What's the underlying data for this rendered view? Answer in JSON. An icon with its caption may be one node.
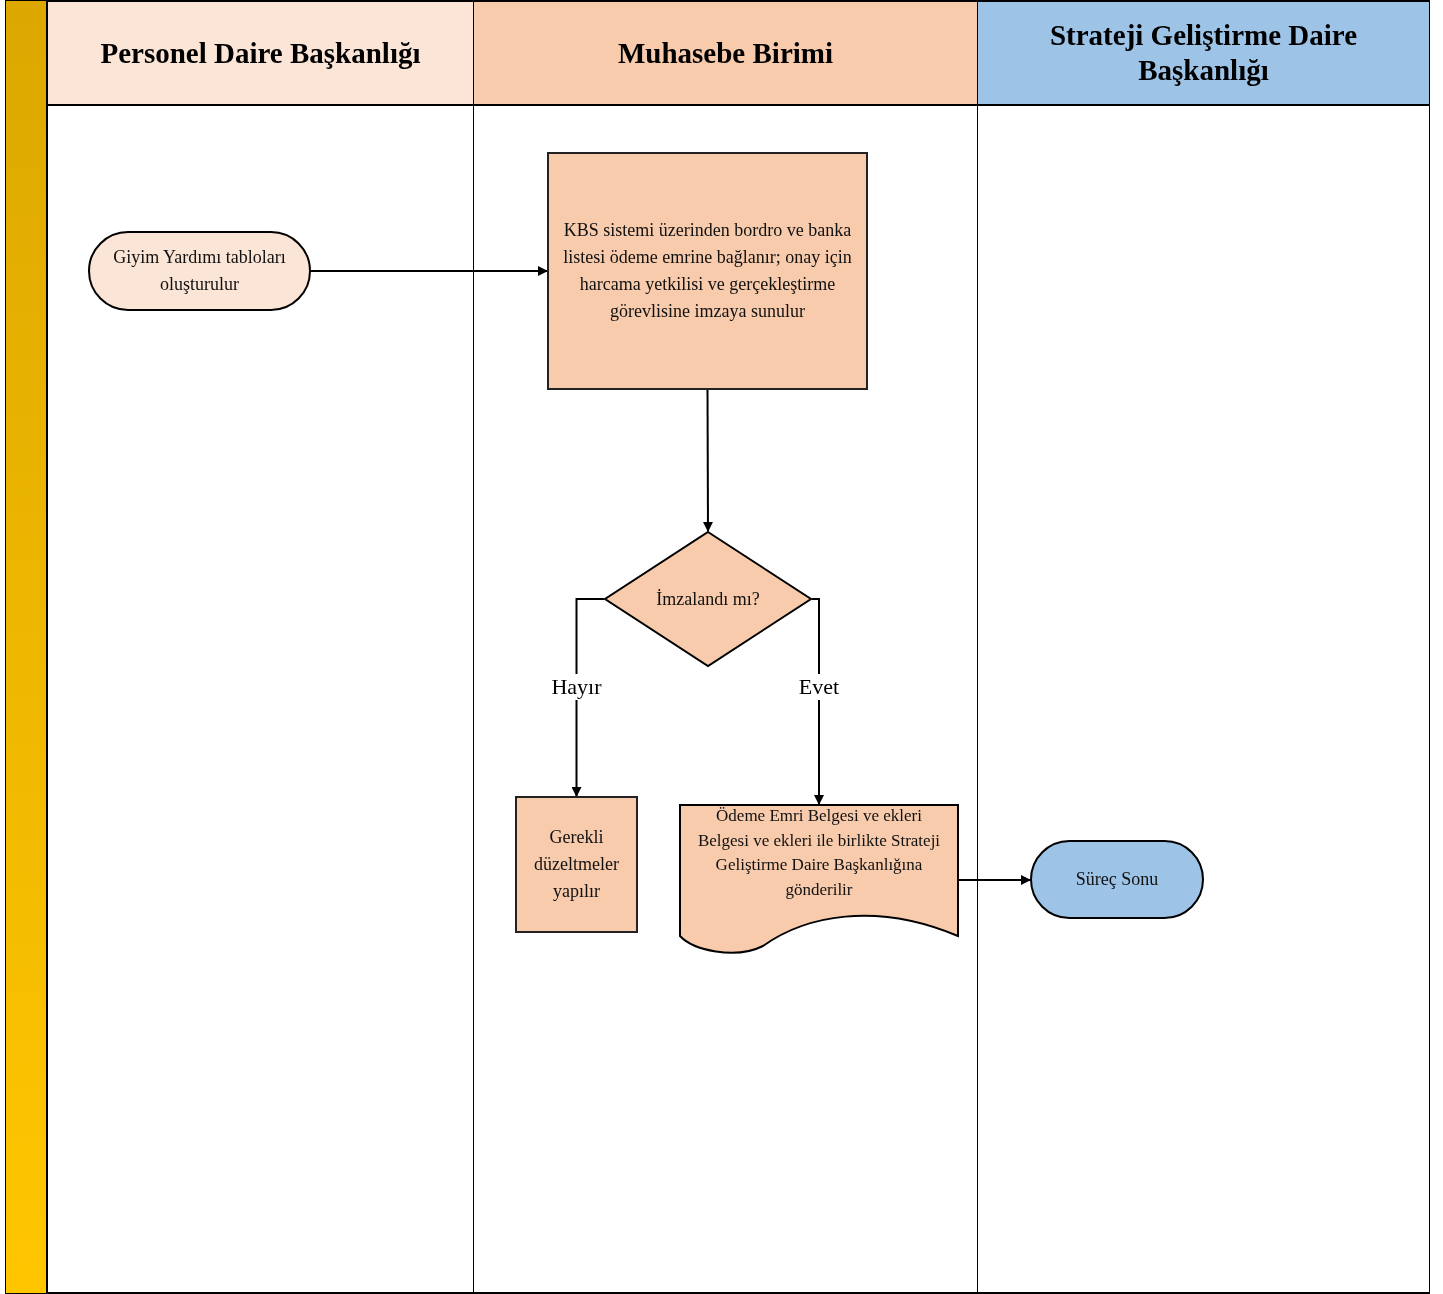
{
  "diagram": {
    "nodes": [
      {
        "text": [
          "Personel Daire Başkanlığı"
        ]
      },
      {
        "text": [
          "Muhasebe Birimi"
        ]
      },
      {
        "text": [
          "Strateji Geliştirme Daire Başkanlığı"
        ]
      },
      {
        "text": [
          "Giyim Yardımı tabloları oluşturulur"
        ],
        "in": 0
      },
      {
        "text": [
          "KBS sistemi üzerinden bordro ve banka listesi ödeme emrine bağlanır; onay için harcama yetkilisi ve gerçekleştirme görevlisine imzaya sunulur"
        ],
        "in": 1
      },
      {
        "text": [
          "İmzalandı mı?"
        ],
        "in": 1
      },
      {
        "text": [
          "Gerekli düzeltmeler yapılır"
        ],
        "in": 1
      },
      {
        "text": [
          "Ödeme Emri Belgesi ve ekleri Belgesi ve ekleri ile birlikte Strateji Geliştirme Daire Başkanlığına gönderilir"
        ],
        "in": 1
      },
      {
        "text": [
          "Süreç Sonu"
        ],
        "in": 2
      },
      {
        "text": [],
        "shape": "bar"
      }
    ],
    "edges": [
      {
        "from": 3,
        "to": 4,
        "arrow": "to"
      },
      {
        "from": 4,
        "to": 5,
        "arrow": "to"
      },
      {
        "from": 5,
        "to": 6,
        "arrow": "to",
        "label": "Hayır"
      },
      {
        "from": 5,
        "to": 7,
        "arrow": "to",
        "label": "Evet"
      },
      {
        "from": 7,
        "to": 8,
        "arrow": "to"
      }
    ]
  }
}
